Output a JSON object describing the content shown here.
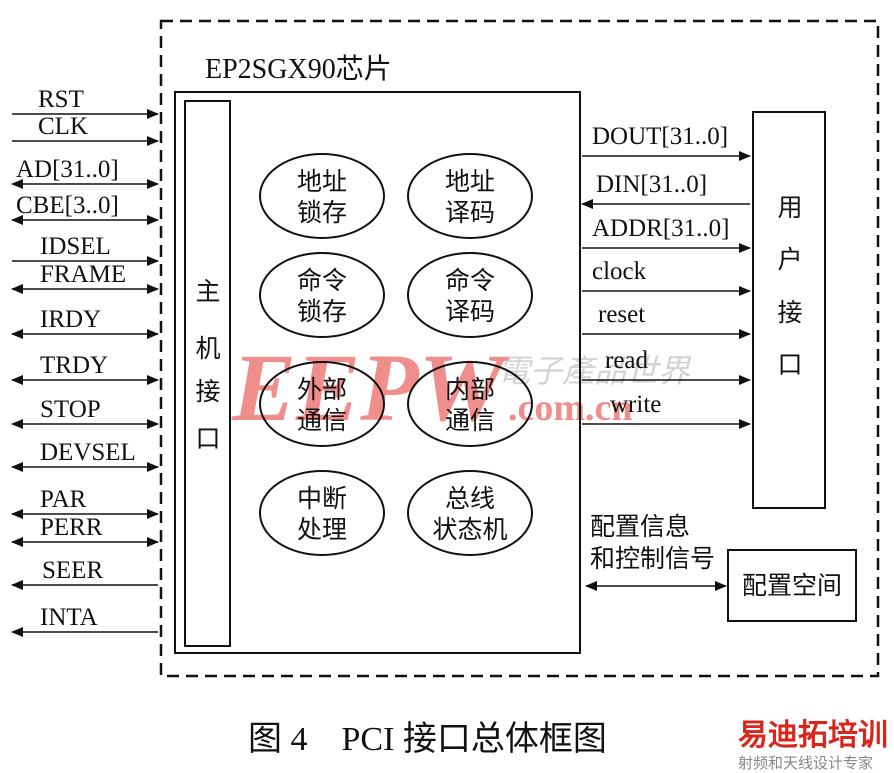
{
  "chip": {
    "title": "EP2SGX90芯片"
  },
  "host_interface": {
    "label": "主机接口",
    "chars": [
      "主",
      "机",
      "接",
      "口"
    ]
  },
  "modules": [
    {
      "line1": "地址",
      "line2": "锁存"
    },
    {
      "line1": "地址",
      "line2": "译码"
    },
    {
      "line1": "命令",
      "line2": "锁存"
    },
    {
      "line1": "命令",
      "line2": "译码"
    },
    {
      "line1": "外部",
      "line2": "通信"
    },
    {
      "line1": "内部",
      "line2": "通信"
    },
    {
      "line1": "中断",
      "line2": "处理"
    },
    {
      "line1": "总线",
      "line2": "状态机"
    }
  ],
  "pci_signals": [
    {
      "label": "RST",
      "direction": "in"
    },
    {
      "label": "CLK",
      "direction": "in"
    },
    {
      "label": "AD[31..0]",
      "direction": "bidirectional"
    },
    {
      "label": "CBE[3..0]",
      "direction": "bidirectional"
    },
    {
      "label": "IDSEL",
      "direction": "in"
    },
    {
      "label": "FRAME",
      "direction": "bidirectional"
    },
    {
      "label": "IRDY",
      "direction": "bidirectional"
    },
    {
      "label": "TRDY",
      "direction": "bidirectional"
    },
    {
      "label": "STOP",
      "direction": "bidirectional"
    },
    {
      "label": "DEVSEL",
      "direction": "bidirectional"
    },
    {
      "label": "PAR",
      "direction": "bidirectional"
    },
    {
      "label": "PERR",
      "direction": "bidirectional"
    },
    {
      "label": "SEER",
      "direction": "out"
    },
    {
      "label": "INTA",
      "direction": "out"
    }
  ],
  "user_signals": [
    {
      "label": "DOUT[31..0]",
      "direction": "out"
    },
    {
      "label": "DIN[31..0]",
      "direction": "in"
    },
    {
      "label": "ADDR[31..0]",
      "direction": "out"
    },
    {
      "label": "clock",
      "direction": "out"
    },
    {
      "label": "reset",
      "direction": "out"
    },
    {
      "label": "read",
      "direction": "out"
    },
    {
      "label": "write",
      "direction": "out"
    }
  ],
  "user_interface": {
    "label": "用户接口",
    "chars": [
      "用",
      "户",
      "接",
      "口"
    ]
  },
  "config": {
    "info_line1": "配置信息",
    "info_line2": "和控制信号",
    "space_label": "配置空间"
  },
  "caption": "图 4　PCI 接口总体框图",
  "watermarks": {
    "eepw_logo": "EEPW",
    "eepw_cn": "電子產品世界",
    "eepw_domain": ".com.cn",
    "corner_cn": "易迪拓培训",
    "corner_sub": "射频和天线设计专家"
  },
  "colors": {
    "ink": "#111111",
    "watermark_red": "#e5322d",
    "watermark_gray": "#b8b8b8"
  }
}
